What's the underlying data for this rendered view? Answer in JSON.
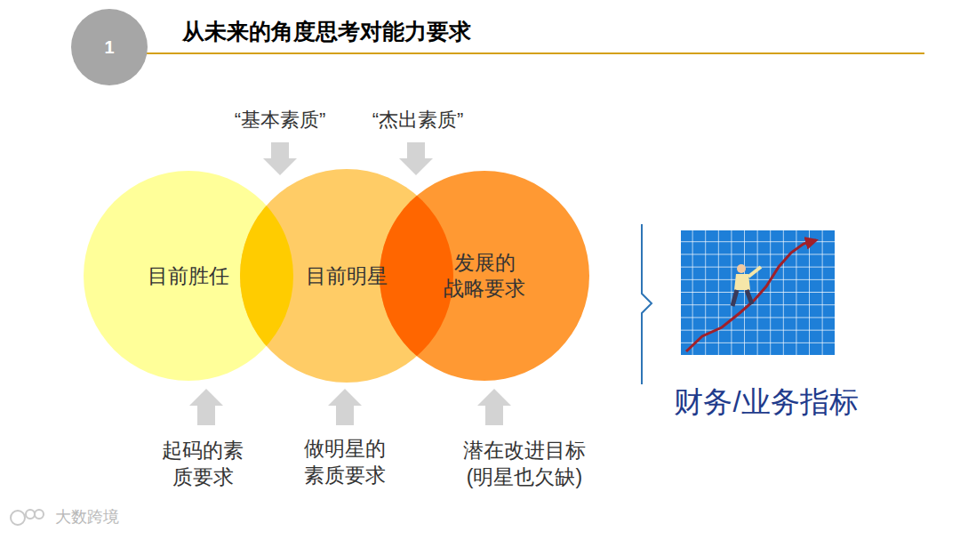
{
  "diagram": {
    "title": "从未来的角度思考对能力要求",
    "nodes": [
      {
        "text": [
          "1"
        ]
      },
      {
        "text": [
          "目前胜任"
        ]
      },
      {
        "text": [
          "目前明星"
        ]
      },
      {
        "text": [
          "发展的 战略要求"
        ]
      }
    ],
    "labels": [
      "“基本素质”",
      "“杰出素质”",
      "起码的素 质要求",
      "做明星的 素质要求",
      "潜在改进目标 (明星也欠缺)",
      "财务/业务指标",
      "大数跨境"
    ]
  }
}
